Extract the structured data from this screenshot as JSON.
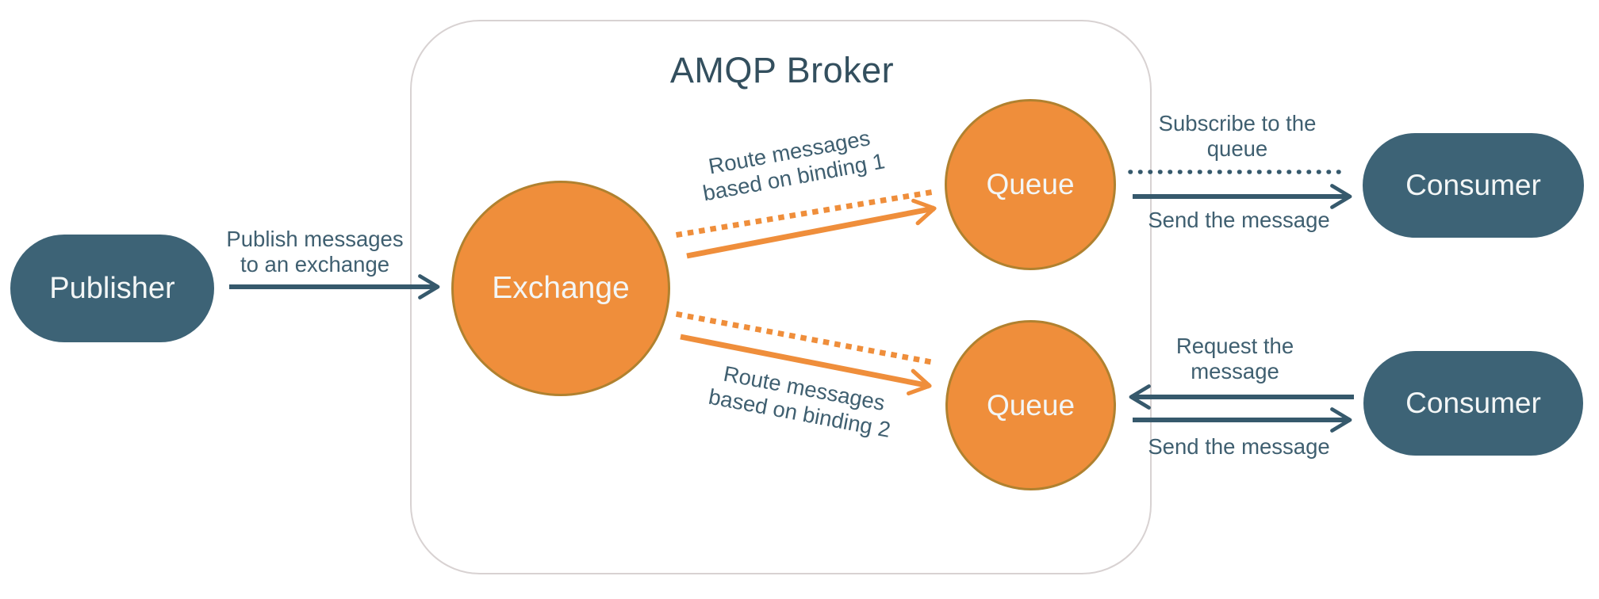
{
  "colors": {
    "orange": "#ef8e3b",
    "orange_border": "#b0812f",
    "node_dark": "#3d6376",
    "line_dark": "#36596c",
    "label_text": "#3f5f70",
    "title_text": "#334f5e",
    "box_border": "#d8d2d2",
    "node_text": "#f3f6f6"
  },
  "broker": {
    "title": "AMQP Broker"
  },
  "nodes": {
    "publisher": "Publisher",
    "exchange": "Exchange",
    "queue_top": "Queue",
    "queue_bottom": "Queue",
    "consumer_top": "Consumer",
    "consumer_bottom": "Consumer"
  },
  "labels": {
    "publish": {
      "line1": "Publish messages",
      "line2": "to an exchange"
    },
    "binding1": {
      "line1": "Route messages",
      "line2": "based on binding 1"
    },
    "binding2": {
      "line1": "Route messages",
      "line2": "based on binding 2"
    },
    "subscribe": {
      "line1": "Subscribe to the",
      "line2": "queue"
    },
    "send_top": "Send the message",
    "request": {
      "line1": "Request the",
      "line2": "message"
    },
    "send_bottom": "Send the message"
  }
}
